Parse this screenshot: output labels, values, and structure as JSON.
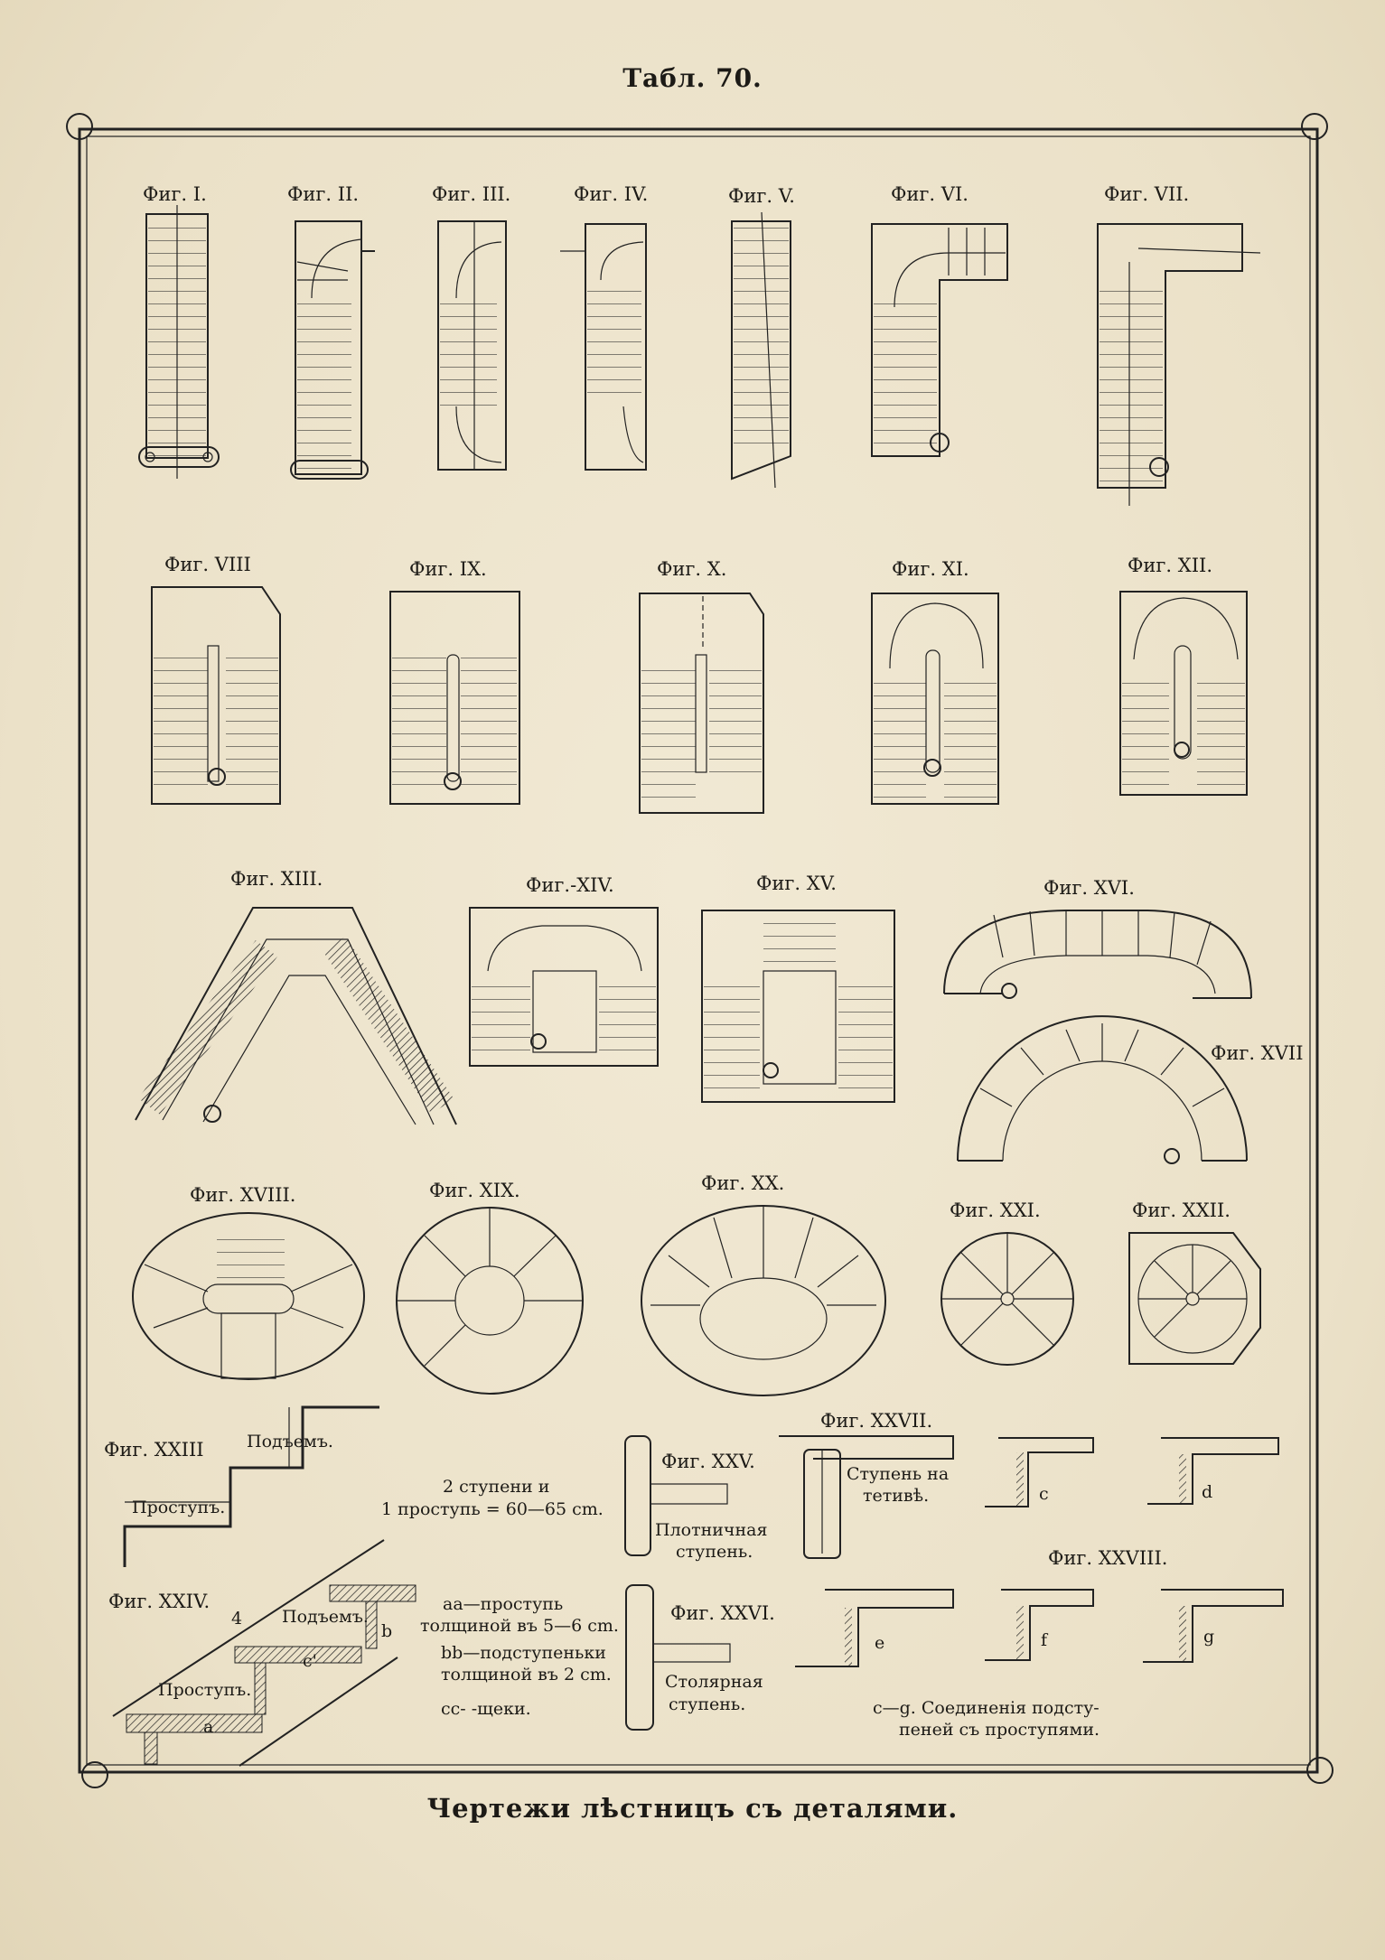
{
  "plate_number": "Табл. 70.",
  "caption": "Чертежи лѣстницъ съ деталями.",
  "figures": {
    "f1": "Фиг. I.",
    "f2": "Фиг. II.",
    "f3": "Фиг. III.",
    "f4": "Фиг. IV.",
    "f5": "Фиг. V.",
    "f6": "Фиг. VI.",
    "f7": "Фиг. VII.",
    "f8": "Фиг. VIII",
    "f9": "Фиг. IX.",
    "f10": "Фиг. X.",
    "f11": "Фиг. XI.",
    "f12": "Фиг. XII.",
    "f13": "Фиг. XIII.",
    "f14": "Фиг.-XIV.",
    "f15": "Фиг. XV.",
    "f16": "Фиг. XVI.",
    "f17": "Фиг. XVII",
    "f18": "Фиг. XVIII.",
    "f19": "Фиг. XIX.",
    "f20": "Фиг. XX.",
    "f21": "Фиг. XXI.",
    "f22": "Фиг. XXII.",
    "f23": "Фиг. XXIII",
    "f24": "Фиг. XXIV.",
    "f25": "Фиг. XXV.",
    "f26": "Фиг. XXVI.",
    "f27": "Фиг. XXVII.",
    "f28": "Фиг. XXVIII."
  },
  "labels": {
    "podyem": "Подъемъ.",
    "prostup": "Проступъ.",
    "steps_line1": "2 ступени и",
    "steps_line2": "1 проступь = 60—65 cm.",
    "aa_line1": "aa—проступь",
    "aa_line2": "толщиной въ 5—6 cm.",
    "bb_line1": "bb—подступеньки",
    "bb_line2": "толщиной въ 2 cm.",
    "cc": "cc- -щеки.",
    "plotnichnaya_line1": "Плотничная",
    "plotnichnaya_line2": "ступень.",
    "stolyarnaya_line1": "Столярная",
    "stolyarnaya_line2": "ступень.",
    "tetiva_line1": "Ступень на",
    "tetiva_line2": "тетивѣ.",
    "joints_line1": "c—g. Соединенія подсту-",
    "joints_line2": "пеней съ проступями.",
    "letter_a": "a",
    "letter_b": "b",
    "letter_c": "c",
    "letter_d": "d",
    "letter_e": "e",
    "letter_f": "f",
    "letter_g": "g",
    "letter_c1": "c'",
    "letter_4": "4"
  }
}
